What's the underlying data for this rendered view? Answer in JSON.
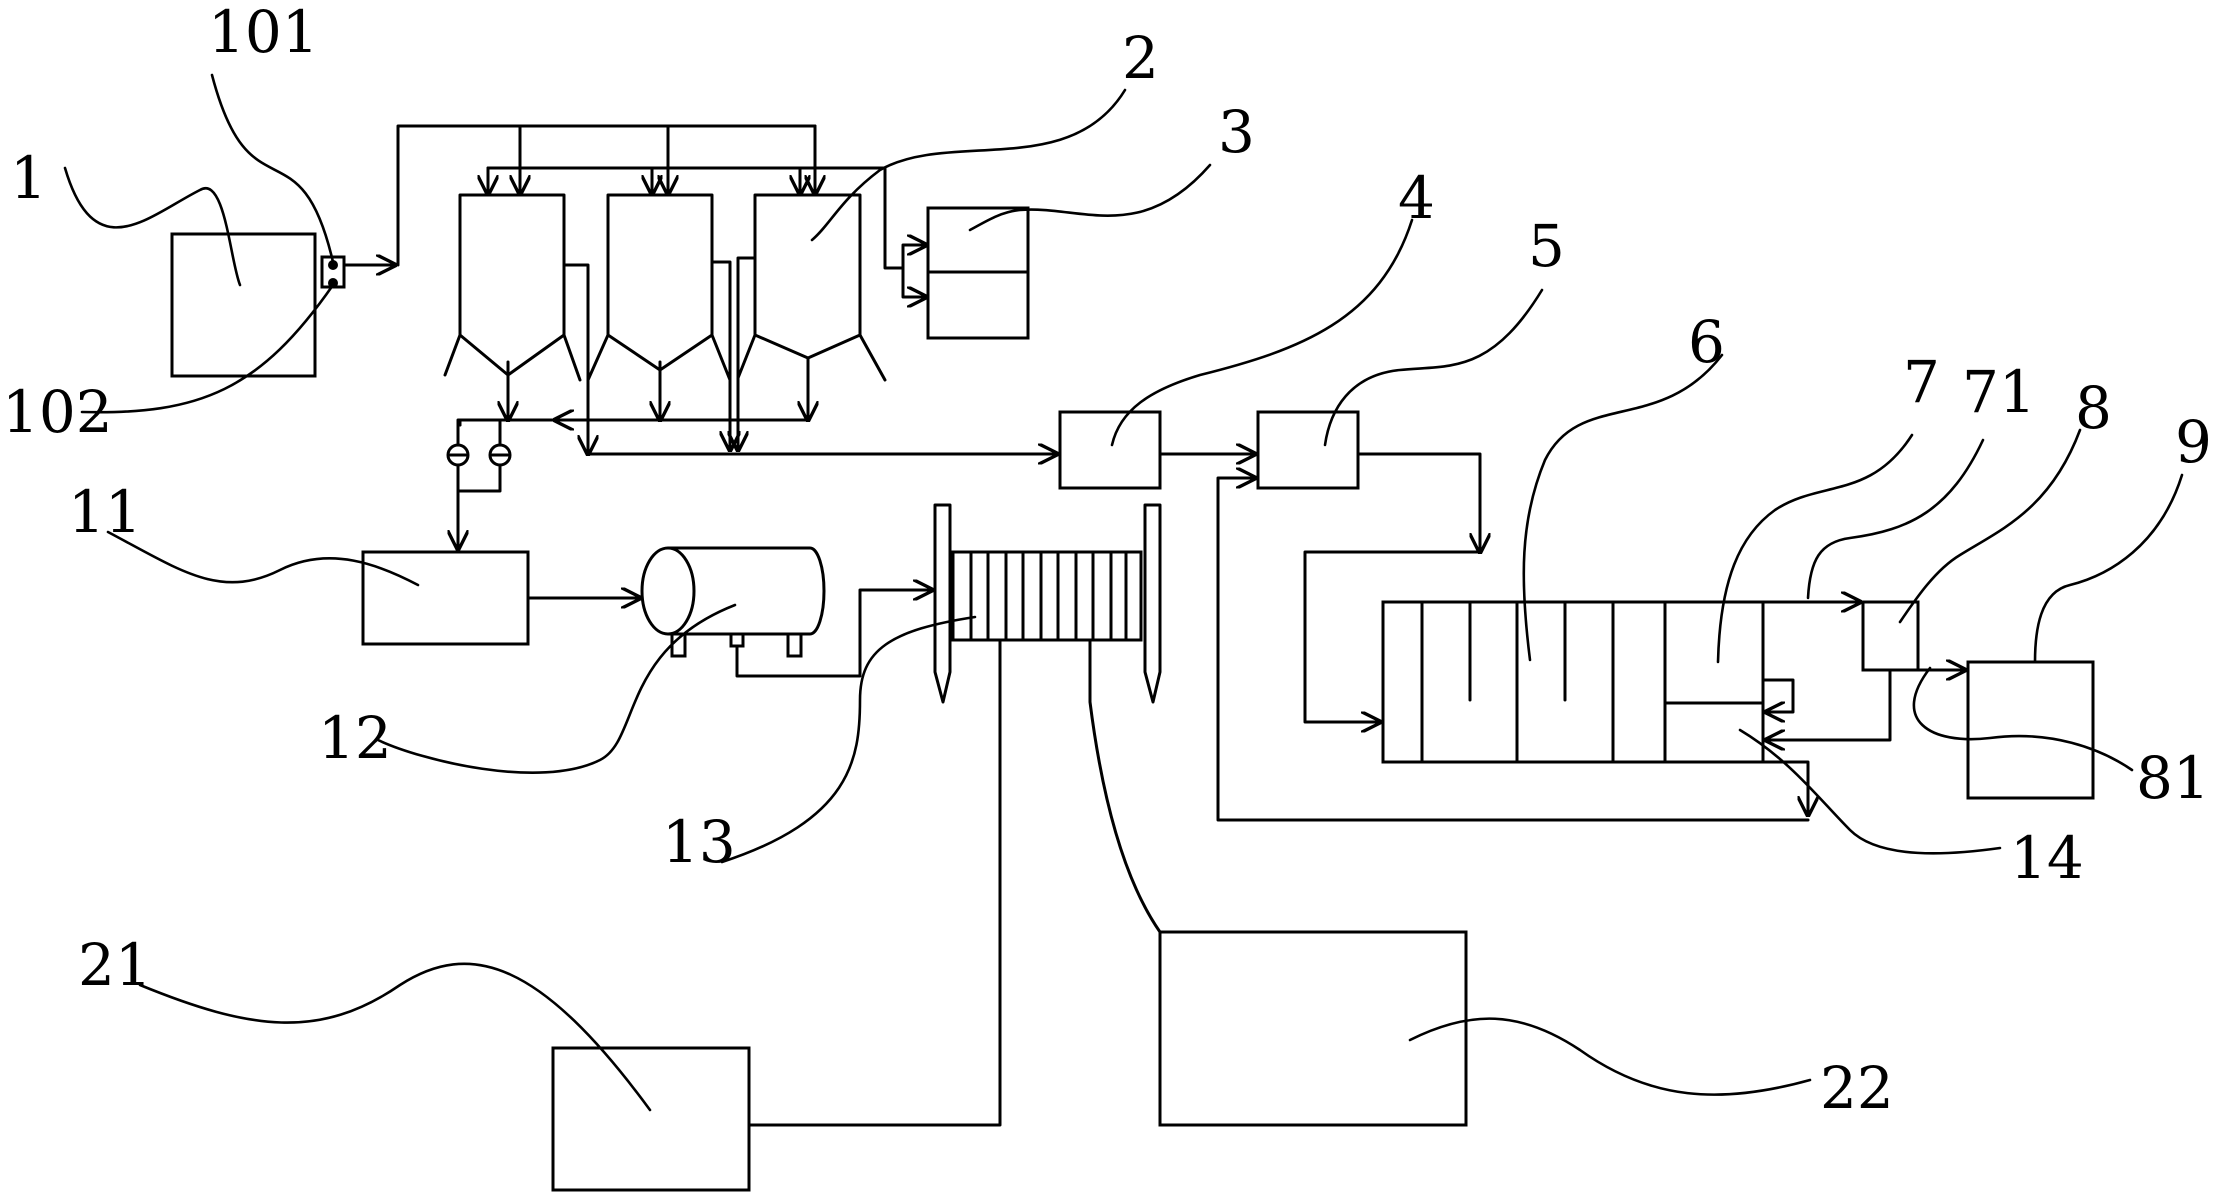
{
  "labels": {
    "n1": "1",
    "n101": "101",
    "n102": "102",
    "n2": "2",
    "n3": "3",
    "n4": "4",
    "n5": "5",
    "n6": "6",
    "n7": "7",
    "n71": "71",
    "n8": "8",
    "n81": "81",
    "n9": "9",
    "n11": "11",
    "n12": "12",
    "n13": "13",
    "n14": "14",
    "n21": "21",
    "n22": "22"
  },
  "colors": {
    "line": "#000000",
    "background": "#ffffff"
  }
}
